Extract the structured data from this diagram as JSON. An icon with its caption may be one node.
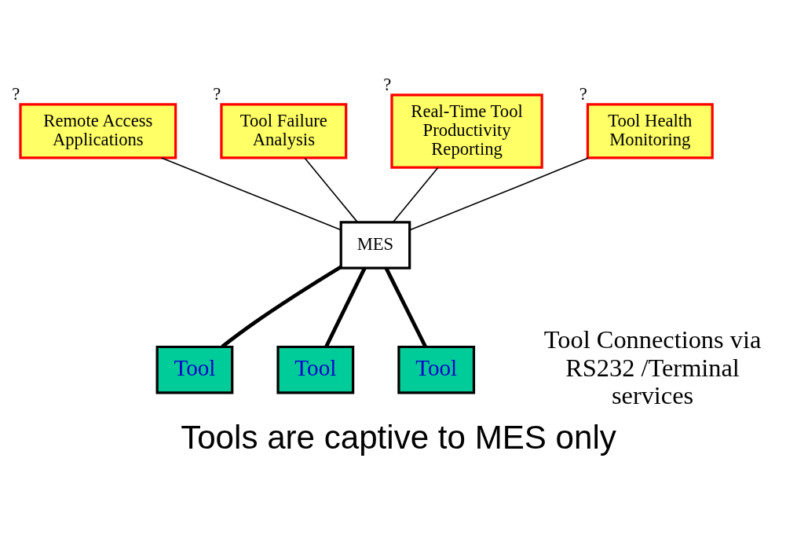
{
  "diagram": {
    "caption": "Tools are captive to MES only",
    "nodes": [
      {
        "text": [
          "Remote Access Applications"
        ],
        "beside": [
          "?"
        ]
      },
      {
        "text": [
          "Tool Failure Analysis"
        ],
        "beside": [
          "?"
        ]
      },
      {
        "text": [
          "Real-Time Tool Productivity Reporting"
        ],
        "beside": [
          "?"
        ]
      },
      {
        "text": [
          "Tool Health Monitoring"
        ],
        "beside": [
          "?"
        ]
      },
      {
        "text": [
          "MES"
        ]
      },
      {
        "text": [
          "Tool"
        ]
      },
      {
        "text": [
          "Tool"
        ]
      },
      {
        "text": [
          "Tool"
        ]
      }
    ],
    "edges": [
      {
        "from": 0,
        "to": 4,
        "arrow": "none"
      },
      {
        "from": 1,
        "to": 4,
        "arrow": "none"
      },
      {
        "from": 2,
        "to": 4,
        "arrow": "none"
      },
      {
        "from": 3,
        "to": 4,
        "arrow": "none"
      },
      {
        "from": 4,
        "to": 5,
        "arrow": "none",
        "style": "thick"
      },
      {
        "from": 4,
        "to": 6,
        "arrow": "none",
        "style": "thick"
      },
      {
        "from": 4,
        "to": 7,
        "arrow": "none",
        "style": "thick"
      }
    ],
    "labels": [
      "Tool Connections via RS232 /Terminal services"
    ]
  }
}
